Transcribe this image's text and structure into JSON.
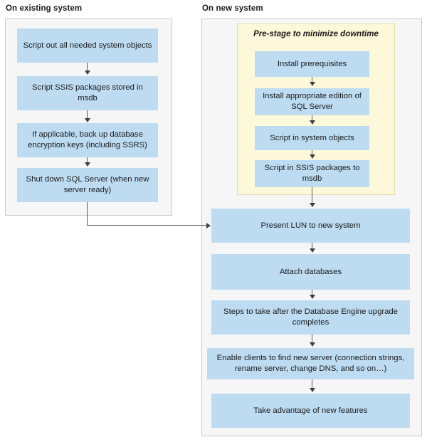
{
  "columns": {
    "left_title": "On existing system",
    "right_title": "On new system"
  },
  "groups": {
    "prestage_title": "Pre-stage to minimize downtime"
  },
  "colors": {
    "node_fill": "#bddcf2",
    "panel_fill": "#f6f6f6",
    "panel_border": "#c9c9c9",
    "prestage_fill": "#fdf8da",
    "prestage_border": "#e2dcae",
    "arrow": "#595959",
    "text": "#1a1a1a"
  },
  "existing_system_steps": [
    {
      "id": "l1",
      "label": "Script out all needed system objects"
    },
    {
      "id": "l2",
      "label": "Script SSIS packages stored in msdb"
    },
    {
      "id": "l3",
      "label": "If applicable, back up database encryption keys (including SSRS)"
    },
    {
      "id": "l4",
      "label": "Shut down SQL Server (when new server ready)"
    }
  ],
  "prestage_steps": [
    {
      "id": "p1",
      "label": "Install prerequisites"
    },
    {
      "id": "p2",
      "label": "Install appropriate edition of SQL Server"
    },
    {
      "id": "p3",
      "label": "Script in system objects"
    },
    {
      "id": "p4",
      "label": "Script in SSIS packages to msdb"
    }
  ],
  "new_system_steps": [
    {
      "id": "r1",
      "label": "Present LUN to new system"
    },
    {
      "id": "r2",
      "label": "Attach databases"
    },
    {
      "id": "r3",
      "label": "Steps to take after the Database Engine upgrade completes"
    },
    {
      "id": "r4",
      "label": "Enable clients to find new server (connection strings, rename server, change DNS, and so on…)"
    },
    {
      "id": "r5",
      "label": "Take advantage of new features"
    }
  ]
}
